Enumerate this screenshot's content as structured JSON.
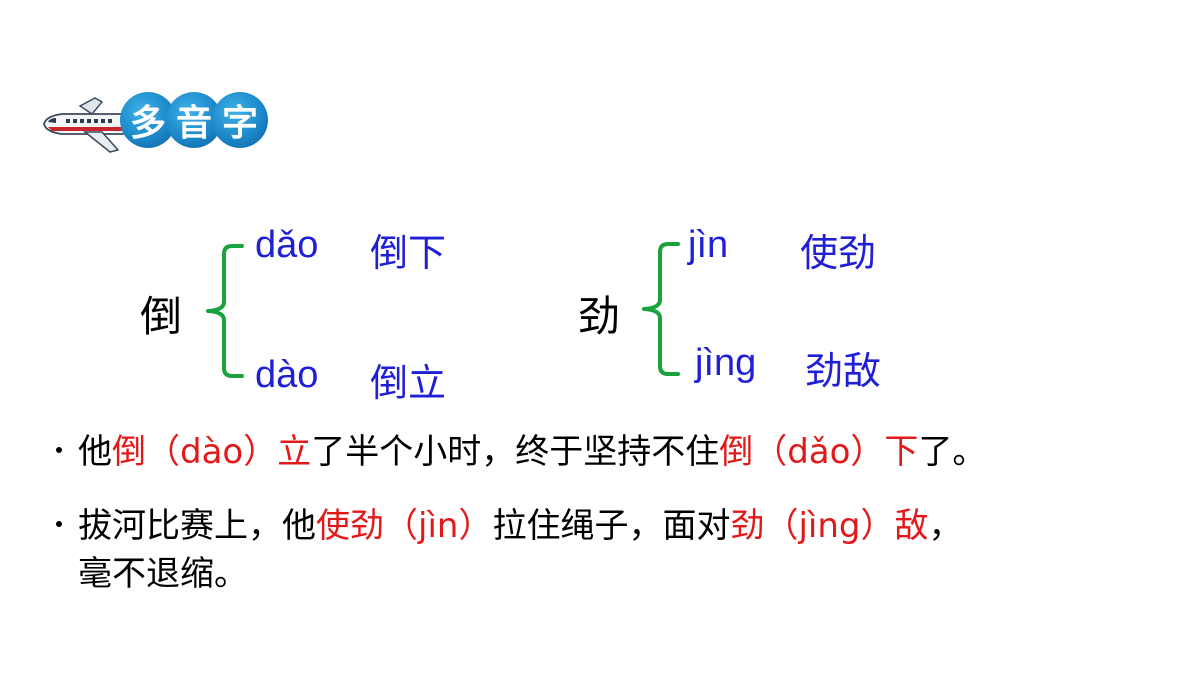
{
  "header": {
    "title_chars": [
      "多",
      "音",
      "字"
    ]
  },
  "groups": [
    {
      "char": "倒",
      "readings": [
        {
          "pinyin": "dǎo",
          "word": "倒下"
        },
        {
          "pinyin": "dào",
          "word": "倒立"
        }
      ]
    },
    {
      "char": "劲",
      "readings": [
        {
          "pinyin": "jìn",
          "word": "使劲"
        },
        {
          "pinyin": "jìng",
          "word": "劲敌"
        }
      ]
    }
  ],
  "sentences": [
    {
      "segments": [
        {
          "text": "他",
          "red": false
        },
        {
          "text": "倒（dào）立",
          "red": true
        },
        {
          "text": "了半个小时，终于坚持不住",
          "red": false
        },
        {
          "text": "倒（dǎo）下",
          "red": true
        },
        {
          "text": "了。",
          "red": false
        }
      ]
    },
    {
      "segments": [
        {
          "text": "拔河比赛上，他",
          "red": false
        },
        {
          "text": "使劲（jìn）",
          "red": true
        },
        {
          "text": "拉住绳子，面对",
          "red": false
        },
        {
          "text": "劲（jìng）敌",
          "red": true
        },
        {
          "text": "，",
          "red": false
        }
      ],
      "continuation": "毫不退缩。"
    }
  ],
  "colors": {
    "pinyin": "#1f1fd6",
    "highlight": "#e31919",
    "brace": "#1aa33c",
    "badge": "#1c87c9"
  }
}
